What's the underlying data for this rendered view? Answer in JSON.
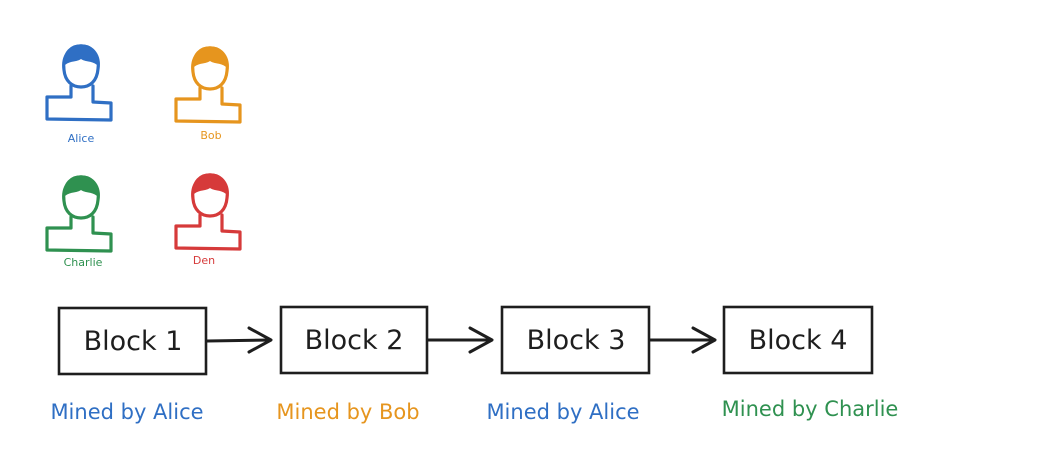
{
  "colors": {
    "alice": "#2f6fc4",
    "bob": "#e6951e",
    "charlie": "#2f9150",
    "den": "#d63a3a",
    "ink": "#1e1e1e"
  },
  "users": [
    {
      "name": "Alice",
      "color": "#2f6fc4",
      "icon": "person-icon"
    },
    {
      "name": "Bob",
      "color": "#e6951e",
      "icon": "person-icon"
    },
    {
      "name": "Charlie",
      "color": "#2f9150",
      "icon": "person-icon"
    },
    {
      "name": "Den",
      "color": "#d63a3a",
      "icon": "person-icon"
    }
  ],
  "blocks": [
    {
      "label": "Block 1",
      "miner": "Mined by Alice",
      "miner_color": "#2f6fc4"
    },
    {
      "label": "Block 2",
      "miner": "Mined by Bob",
      "miner_color": "#e6951e"
    },
    {
      "label": "Block 3",
      "miner": "Mined by Alice",
      "miner_color": "#2f6fc4"
    },
    {
      "label": "Block 4",
      "miner": "Mined by Charlie",
      "miner_color": "#2f9150"
    }
  ]
}
